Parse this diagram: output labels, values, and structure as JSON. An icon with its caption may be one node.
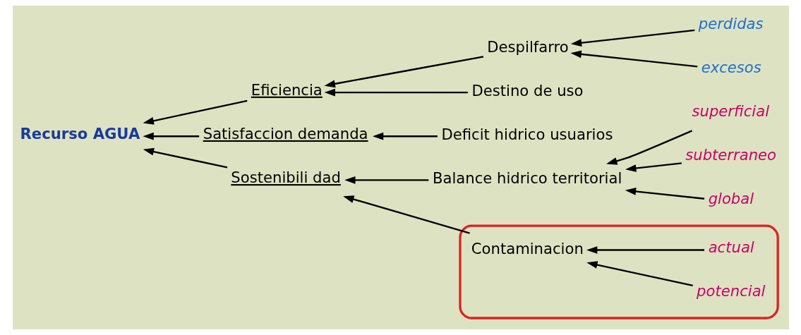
{
  "diagram": {
    "nodes": [
      {
        "text": [
          "Recurso AGUA"
        ]
      },
      {
        "text": [
          "Eficiencia"
        ]
      },
      {
        "text": [
          "Satisfaccion demanda"
        ]
      },
      {
        "text": [
          "Sostenibili dad"
        ]
      },
      {
        "text": [
          "Despilfarro"
        ]
      },
      {
        "text": [
          "Destino de uso"
        ]
      },
      {
        "text": [
          "Deficit hidrico usuarios"
        ]
      },
      {
        "text": [
          "Balance hidrico territorial"
        ]
      },
      {
        "text": [],
        "shape": "ellipse"
      },
      {
        "text": [
          "Contaminacion"
        ],
        "in": 8
      },
      {
        "text": [
          "perdidas"
        ]
      },
      {
        "text": [
          "excesos"
        ]
      },
      {
        "text": [
          "superficial"
        ]
      },
      {
        "text": [
          "subterraneo"
        ]
      },
      {
        "text": [
          "global"
        ]
      },
      {
        "text": [
          "actual"
        ],
        "in": 8
      },
      {
        "text": [
          "potencial"
        ],
        "in": 8
      }
    ],
    "edges": [
      {
        "from": 1,
        "to": 0,
        "arrow": "to"
      },
      {
        "from": 2,
        "to": 0,
        "arrow": "to"
      },
      {
        "from": 3,
        "to": 0,
        "arrow": "to"
      },
      {
        "from": 4,
        "to": 1,
        "arrow": "to"
      },
      {
        "from": 5,
        "to": 1,
        "arrow": "to"
      },
      {
        "from": 6,
        "to": 2,
        "arrow": "to"
      },
      {
        "from": 7,
        "to": 3,
        "arrow": "to"
      },
      {
        "from": 9,
        "to": 3,
        "arrow": "to"
      },
      {
        "from": 10,
        "to": 4,
        "arrow": "to"
      },
      {
        "from": 11,
        "to": 4,
        "arrow": "to"
      },
      {
        "from": 12,
        "to": 7,
        "arrow": "to"
      },
      {
        "from": 13,
        "to": 7,
        "arrow": "to"
      },
      {
        "from": 14,
        "to": 7,
        "arrow": "to"
      },
      {
        "from": 15,
        "to": 9,
        "arrow": "to"
      },
      {
        "from": 16,
        "to": 9,
        "arrow": "to"
      }
    ]
  }
}
